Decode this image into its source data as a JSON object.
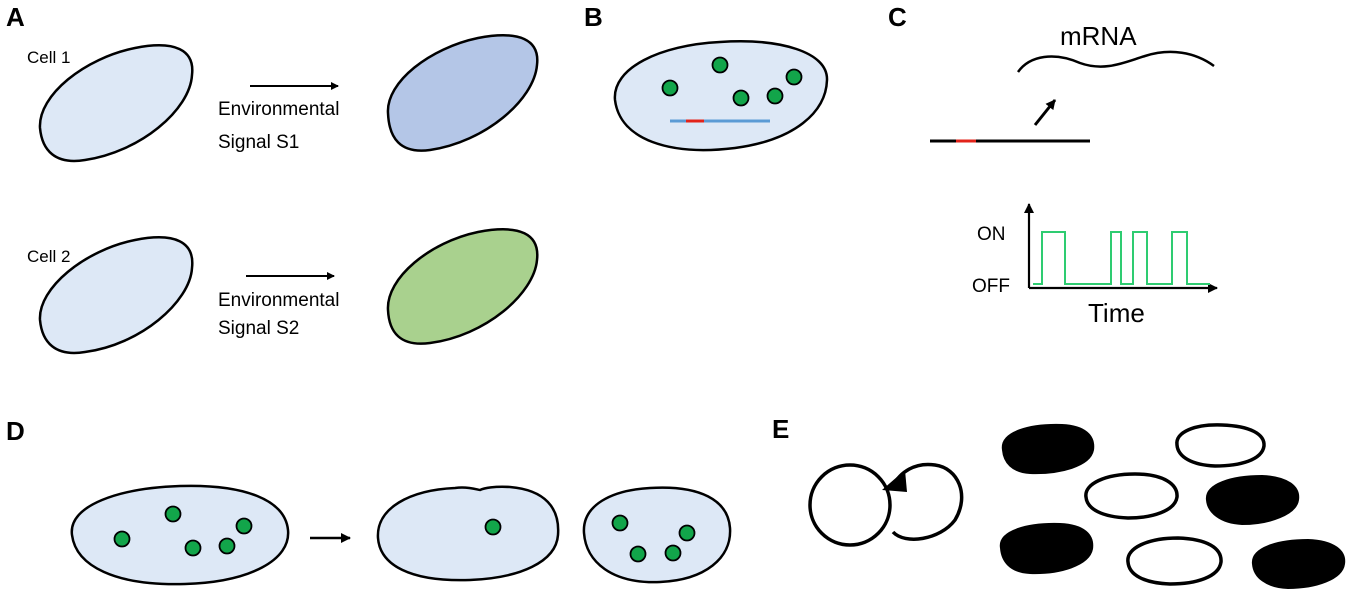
{
  "panels": {
    "a": {
      "letter": "A",
      "cell1_label": "Cell 1",
      "cell2_label": "Cell 2",
      "signal1": {
        "line1": "Environmental",
        "line2": "Signal S1"
      },
      "signal2": {
        "line1": "Environmental",
        "line2": "Signal S2"
      }
    },
    "b": {
      "letter": "B"
    },
    "c": {
      "letter": "C",
      "mrna_label": "mRNA",
      "on_label": "ON",
      "off_label": "OFF",
      "time_label": "Time"
    },
    "d": {
      "letter": "D"
    },
    "e": {
      "letter": "E"
    }
  },
  "colors": {
    "cell_fill": "#dde8f6",
    "cell_s1_fill": "#b4c6e7",
    "cell_s2_fill": "#a9d18e",
    "molecule_green": "#12a54a",
    "gene_line_blue": "#5b9bd5",
    "promoter_red": "#e2231a",
    "trace_green": "#2ecc71",
    "dark": "#000000"
  }
}
